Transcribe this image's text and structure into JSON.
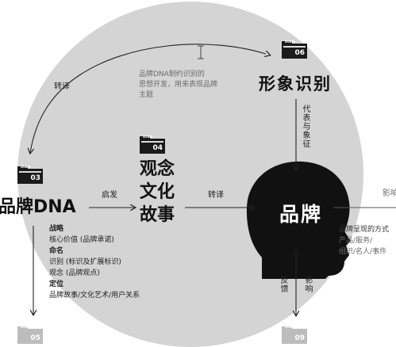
{
  "steps": {
    "s03": {
      "tab": "step",
      "num": "03"
    },
    "s04": {
      "tab": "step",
      "num": "04"
    },
    "s05": {
      "tab": "step",
      "num": "05"
    },
    "s06": {
      "tab": "step",
      "num": "06"
    },
    "s09": {
      "tab": "step",
      "num": "09"
    }
  },
  "nodes": {
    "brand_dna": "品牌DNA",
    "concept_line1": "观念",
    "concept_line2": "文化",
    "concept_line3": "故事",
    "image_identity": "形象识别",
    "brand": "品牌"
  },
  "labels": {
    "translate_top": "转译",
    "translate_mid": "转译",
    "inspire": "启发",
    "represent": "代表与象征",
    "feedback": "反馈",
    "influence": "影响",
    "influence_right": "影响"
  },
  "note": {
    "line1": "品牌DNA制约识别的",
    "line2": "思想开发，用来表现品牌",
    "line3": "主题"
  },
  "dna_list": {
    "h1": "战略",
    "i1": "核心价值 (品牌承诺)",
    "h2": "命名",
    "i2": "识别 (标识及扩展标识)",
    "i3": "观念 (品牌观点)",
    "h3": "定位",
    "i4": "品牌故事/文化艺术/用户关系"
  },
  "brand_manifest": {
    "line1": "品牌呈现的方式",
    "line2": "产品/服务/",
    "line3": "组织/名人/事件"
  },
  "colors": {
    "circle": "#d4d4d4",
    "head": "#111111",
    "folder": "#1a1a1a"
  }
}
